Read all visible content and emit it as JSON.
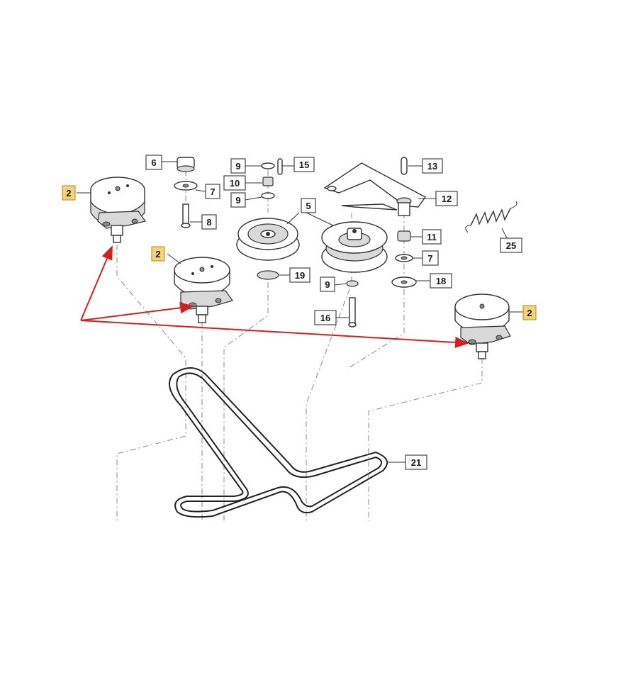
{
  "diagram": {
    "callouts": [
      {
        "id": "label-2-a",
        "text": "2",
        "highlight": true
      },
      {
        "id": "label-2-b",
        "text": "2",
        "highlight": true
      },
      {
        "id": "label-2-c",
        "text": "2",
        "highlight": true
      },
      {
        "id": "label-5",
        "text": "5"
      },
      {
        "id": "label-6",
        "text": "6"
      },
      {
        "id": "label-7-a",
        "text": "7"
      },
      {
        "id": "label-7-b",
        "text": "7"
      },
      {
        "id": "label-8",
        "text": "8"
      },
      {
        "id": "label-9-a",
        "text": "9"
      },
      {
        "id": "label-9-b",
        "text": "9"
      },
      {
        "id": "label-9-c",
        "text": "9"
      },
      {
        "id": "label-10",
        "text": "10"
      },
      {
        "id": "label-11",
        "text": "11"
      },
      {
        "id": "label-12",
        "text": "12"
      },
      {
        "id": "label-13",
        "text": "13"
      },
      {
        "id": "label-15",
        "text": "15"
      },
      {
        "id": "label-16",
        "text": "16"
      },
      {
        "id": "label-18",
        "text": "18"
      },
      {
        "id": "label-19",
        "text": "19"
      },
      {
        "id": "label-21",
        "text": "21"
      },
      {
        "id": "label-25",
        "text": "25"
      }
    ],
    "colors": {
      "highlight_fill": "#f3d27a",
      "arrow": "#d22020",
      "line": "#333333"
    }
  }
}
